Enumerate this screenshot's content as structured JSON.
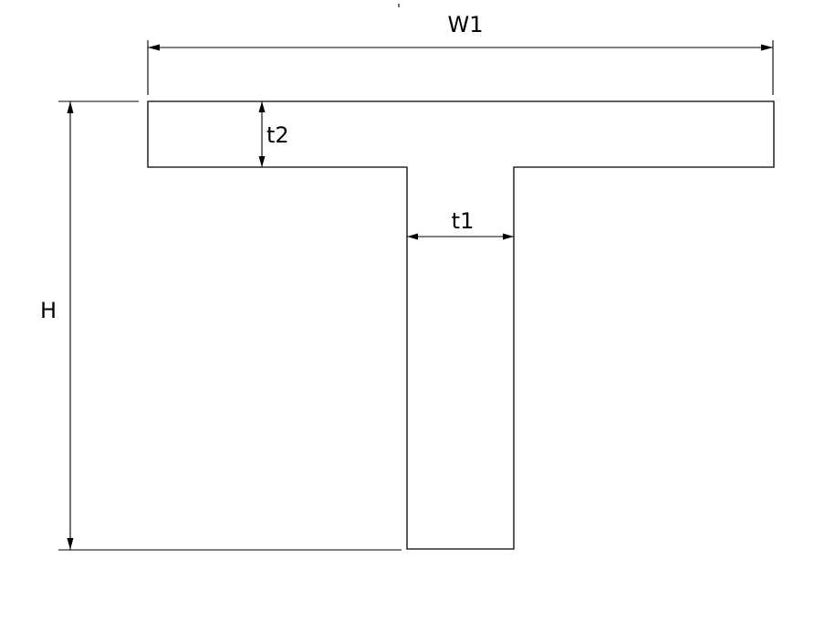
{
  "labels": {
    "w1": "W1",
    "t2": "t2",
    "t1": "t1",
    "h": "H"
  }
}
